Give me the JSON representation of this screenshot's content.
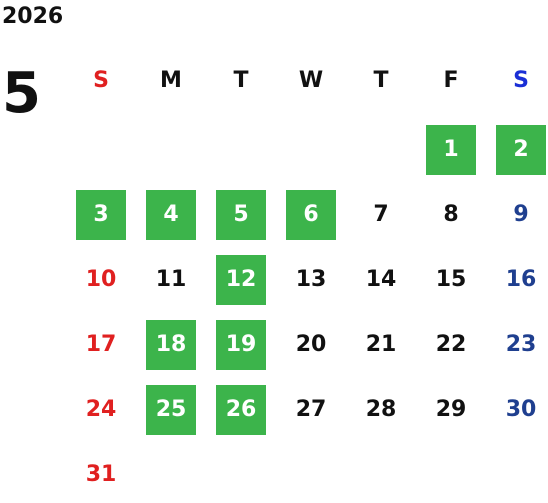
{
  "header": {
    "year": "2026",
    "month": "5"
  },
  "colors": {
    "sunday": "#e02020",
    "saturday": "#1f3f8f",
    "saturday_header": "#1a2fd6",
    "weekday": "#111111",
    "highlight_bg": "#3cb44b",
    "highlight_fg": "#ffffff"
  },
  "weekdays": [
    "S",
    "M",
    "T",
    "W",
    "T",
    "F",
    "S"
  ],
  "days": [
    {
      "label": "1",
      "col": 5,
      "week": 0,
      "highlight": true
    },
    {
      "label": "2",
      "col": 6,
      "week": 0,
      "highlight": true
    },
    {
      "label": "3",
      "col": 0,
      "week": 1,
      "highlight": true
    },
    {
      "label": "4",
      "col": 1,
      "week": 1,
      "highlight": true
    },
    {
      "label": "5",
      "col": 2,
      "week": 1,
      "highlight": true
    },
    {
      "label": "6",
      "col": 3,
      "week": 1,
      "highlight": true
    },
    {
      "label": "7",
      "col": 4,
      "week": 1,
      "highlight": false
    },
    {
      "label": "8",
      "col": 5,
      "week": 1,
      "highlight": false
    },
    {
      "label": "9",
      "col": 6,
      "week": 1,
      "highlight": false
    },
    {
      "label": "10",
      "col": 0,
      "week": 2,
      "highlight": false
    },
    {
      "label": "11",
      "col": 1,
      "week": 2,
      "highlight": false
    },
    {
      "label": "12",
      "col": 2,
      "week": 2,
      "highlight": true
    },
    {
      "label": "13",
      "col": 3,
      "week": 2,
      "highlight": false
    },
    {
      "label": "14",
      "col": 4,
      "week": 2,
      "highlight": false
    },
    {
      "label": "15",
      "col": 5,
      "week": 2,
      "highlight": false
    },
    {
      "label": "16",
      "col": 6,
      "week": 2,
      "highlight": false
    },
    {
      "label": "17",
      "col": 0,
      "week": 3,
      "highlight": false
    },
    {
      "label": "18",
      "col": 1,
      "week": 3,
      "highlight": true
    },
    {
      "label": "19",
      "col": 2,
      "week": 3,
      "highlight": true
    },
    {
      "label": "20",
      "col": 3,
      "week": 3,
      "highlight": false
    },
    {
      "label": "21",
      "col": 4,
      "week": 3,
      "highlight": false
    },
    {
      "label": "22",
      "col": 5,
      "week": 3,
      "highlight": false
    },
    {
      "label": "23",
      "col": 6,
      "week": 3,
      "highlight": false
    },
    {
      "label": "24",
      "col": 0,
      "week": 4,
      "highlight": false
    },
    {
      "label": "25",
      "col": 1,
      "week": 4,
      "highlight": true
    },
    {
      "label": "26",
      "col": 2,
      "week": 4,
      "highlight": true
    },
    {
      "label": "27",
      "col": 3,
      "week": 4,
      "highlight": false
    },
    {
      "label": "28",
      "col": 4,
      "week": 4,
      "highlight": false
    },
    {
      "label": "29",
      "col": 5,
      "week": 4,
      "highlight": false
    },
    {
      "label": "30",
      "col": 6,
      "week": 4,
      "highlight": false
    },
    {
      "label": "31",
      "col": 0,
      "week": 5,
      "highlight": false
    }
  ]
}
